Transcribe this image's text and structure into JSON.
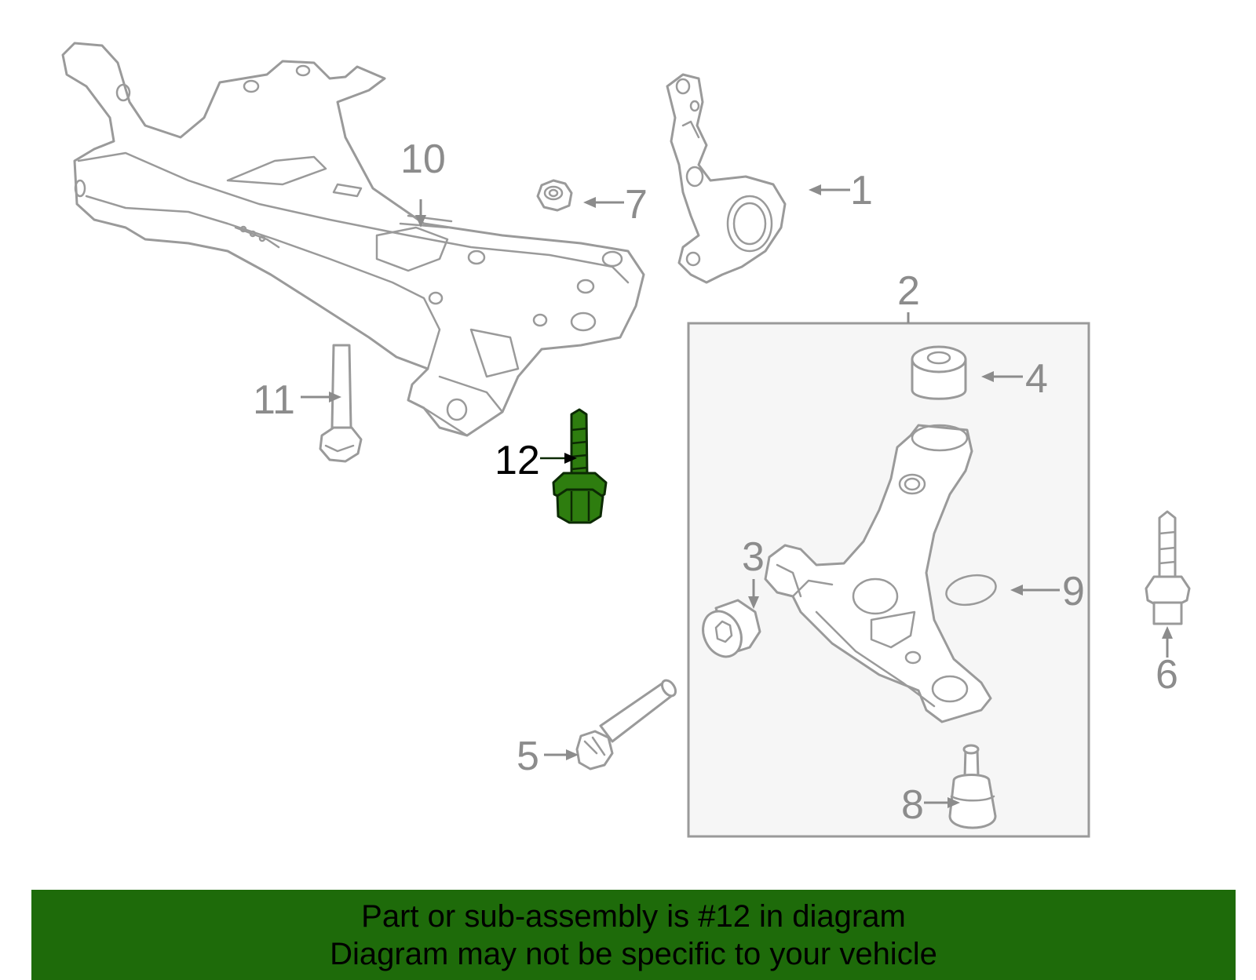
{
  "diagram": {
    "callouts": [
      {
        "id": "c1",
        "label": "1"
      },
      {
        "id": "c2",
        "label": "2"
      },
      {
        "id": "c3",
        "label": "3"
      },
      {
        "id": "c4",
        "label": "4"
      },
      {
        "id": "c5",
        "label": "5"
      },
      {
        "id": "c6",
        "label": "6"
      },
      {
        "id": "c7",
        "label": "7"
      },
      {
        "id": "c8",
        "label": "8"
      },
      {
        "id": "c9",
        "label": "9"
      },
      {
        "id": "c10",
        "label": "10"
      },
      {
        "id": "c11",
        "label": "11"
      },
      {
        "id": "c12",
        "label": "12"
      }
    ],
    "highlighted_part": "12",
    "colors": {
      "line_art": "#9a9a9a",
      "highlight_fill": "#2e7d0f",
      "banner_background": "#1e6b0a",
      "group_box_fill": "#f6f6f6"
    }
  },
  "banner": {
    "line1": "Part or sub-assembly is #12 in diagram",
    "line2": "Diagram may not be specific to your vehicle"
  }
}
